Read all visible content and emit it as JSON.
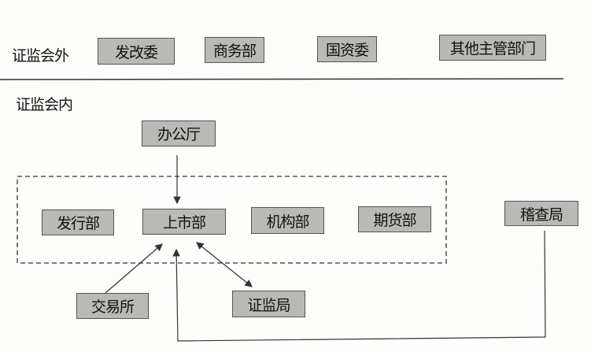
{
  "outside": {
    "label": "证监会外",
    "boxes": [
      "发改委",
      "商务部",
      "国资委",
      "其他主管部门"
    ]
  },
  "inside": {
    "label": "证监会内",
    "office": "办公厅",
    "departments": [
      "发行部",
      "上市部",
      "机构部",
      "期货部"
    ],
    "inspection": "稽查局",
    "exchange": "交易所",
    "regional_bureau": "证监局"
  },
  "colors": {
    "box_fill": "#b9b9b6",
    "line": "#333333"
  }
}
